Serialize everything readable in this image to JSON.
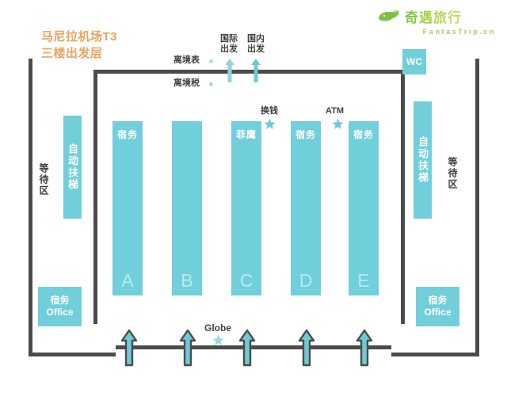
{
  "header": {
    "title_line1": "马尼拉机场T3",
    "title_line2": "三楼出发层",
    "title_color": "#E8A35C",
    "logo_cn": "奇遇旅行",
    "logo_en": "FantasTrip.cn",
    "logo_icon": "whale-icon",
    "logo_color": "#9CCB4A"
  },
  "theme": {
    "teal": "#71CEDB",
    "wall": "#4B4B4B",
    "letter": "#B8ECF3",
    "text_dark": "#3F3F3F"
  },
  "top_labels": {
    "departure_form": "离境表",
    "departure_tax": "离境税",
    "intl_departure": "国际\n出发",
    "intl_departure_l1": "国际",
    "intl_departure_l2": "出发",
    "domestic_departure_l1": "国内",
    "domestic_departure_l2": "出发"
  },
  "facilities": {
    "wc": "WC",
    "money_exchange": "换钱",
    "atm": "ATM",
    "globe": "Globe"
  },
  "left_zone": {
    "waiting_area": "等待区",
    "escalator": "自动扶梯",
    "office_line1": "宿务",
    "office_line2": "Office"
  },
  "right_zone": {
    "waiting_area": "等待区",
    "escalator": "自动扶梯",
    "office_line1": "宿务",
    "office_line2": "Office"
  },
  "counters": [
    {
      "letter": "A",
      "airline": "宿务"
    },
    {
      "letter": "B",
      "airline": ""
    },
    {
      "letter": "C",
      "airline": "菲鹰"
    },
    {
      "letter": "D",
      "airline": "宿务"
    },
    {
      "letter": "E",
      "airline": "宿务"
    }
  ],
  "entrances": {
    "count": 5,
    "direction": "up"
  }
}
